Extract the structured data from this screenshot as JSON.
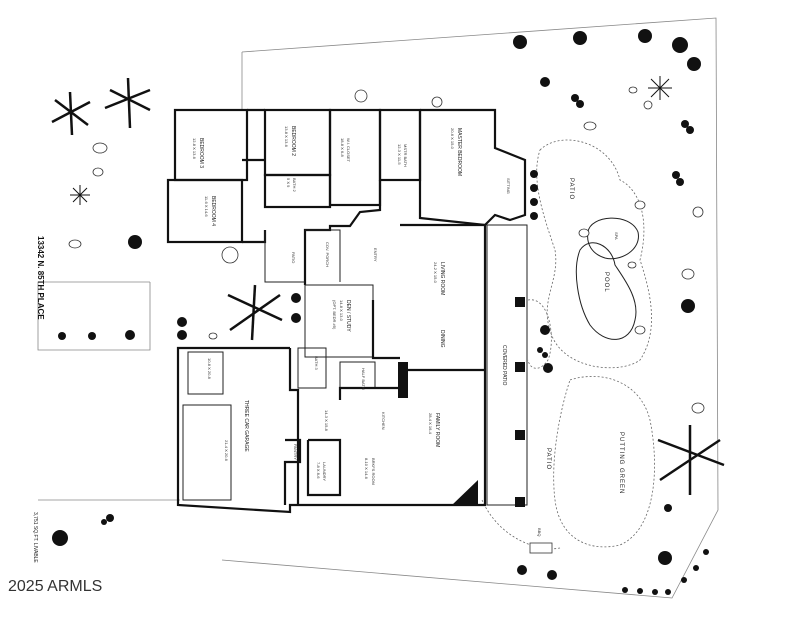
{
  "address": "13342 N. 85TH PLACE",
  "livable": "3,751 SQ.FT. LIVABLE",
  "watermark": "2025 ARMLS",
  "rooms": {
    "bedroom3": {
      "name": "BEDROOM 3",
      "dim": "12-8 X 13-6"
    },
    "bedroom2": {
      "name": "BEDROOM 2",
      "dim": "13-8 X 13-6"
    },
    "bedroom4": {
      "name": "BEDROOM 4",
      "dim": "11-6 X 14-6"
    },
    "bath2": {
      "name": "BATH 2",
      "dim": "5 X 9"
    },
    "wi_closet": {
      "name": "W.I. CLOSET",
      "dim": "18-8 X 6-8"
    },
    "mstr_bath": {
      "name": "MSTR BATH",
      "dim": "12-3 X 11-5"
    },
    "master": {
      "name": "MASTER BEDROOM",
      "dim": "20-6 X 15-0"
    },
    "sitting": {
      "name": "SITTING"
    },
    "living": {
      "name": "LIVING ROOM",
      "dim": "24-2 X 15-0"
    },
    "dining": {
      "name": "DINING"
    },
    "den": {
      "name": "DEN / STUDY",
      "dim": "14-8 X 13-0",
      "note": "(OPT. BEDR #5)"
    },
    "cov_porch": {
      "name": "COV. PORCH"
    },
    "entry": {
      "name": "ENTRY"
    },
    "patio_west": {
      "name": "PATIO"
    },
    "bath3": {
      "name": "BATH 3"
    },
    "half_bath": {
      "name": "HALF BATH"
    },
    "garage": {
      "name": "THREE CAR GARAGE",
      "dim1": "10-8 X 20-8",
      "dim2": "21-4 X 20-6"
    },
    "kitchen": {
      "name": "KITCHEN",
      "dim": "14-3 X 15-8"
    },
    "family": {
      "name": "FAMILY ROOM",
      "dim": "28-4 X 16-4"
    },
    "breakfast": {
      "name": "BRKFS ROOM",
      "dim": "8-10 X 14-6"
    },
    "laundry": {
      "name": "LAUNDRY",
      "dim": "7-8 X 8-6"
    },
    "pantry": {
      "name": "PANTRY"
    },
    "covered_patio": {
      "name": "COVERED PATIO"
    },
    "patio_north": {
      "name": "PATIO"
    },
    "patio_south": {
      "name": "PATIO"
    },
    "spa": {
      "name": "SPA"
    },
    "pool": {
      "name": "POOL"
    },
    "putting_green": {
      "name": "PUTTING GREEN"
    },
    "bbq": {
      "name": "BBQ"
    }
  },
  "colors": {
    "wall": "#111111",
    "shrub": "#111111",
    "background": "#ffffff"
  }
}
